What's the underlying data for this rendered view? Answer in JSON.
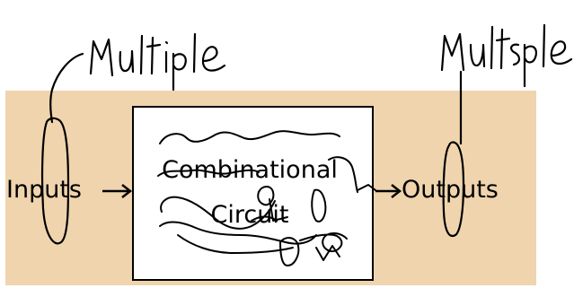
{
  "diagram": {
    "input_label": "Inputs",
    "output_label": "Outputs",
    "box_label_line1": "Combinational",
    "box_label_line2": "Circuit"
  },
  "annotations": {
    "left_note": "Multiple",
    "right_note": "Multsple"
  },
  "colors": {
    "panel_background": "#EFD4AE",
    "box_background": "#FFFFFF",
    "ink": "#000000"
  }
}
